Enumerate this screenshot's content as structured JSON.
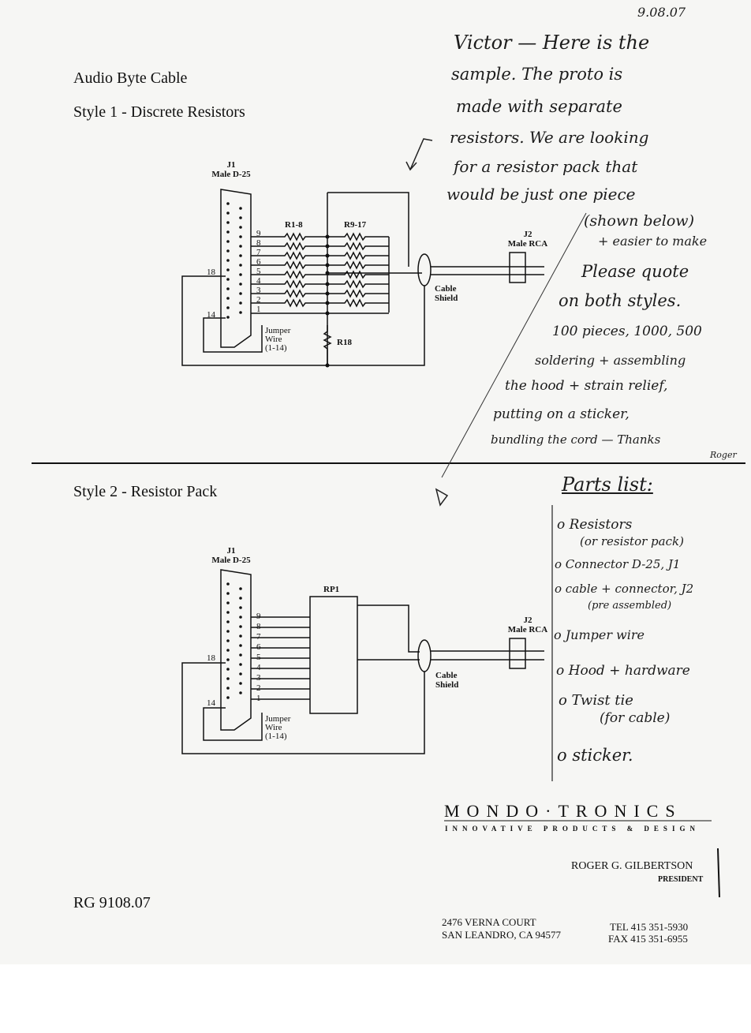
{
  "doc": {
    "title": "Audio Byte Cable",
    "style1": "Style 1 - Discrete Resistors",
    "style2": "Style 2 - Resistor Pack",
    "ref": "RG 9108.07"
  },
  "diagram": {
    "j1_label": "J1",
    "j1_type": "Male D-25",
    "j2_label": "J2",
    "j2_type": "Male RCA",
    "r18_8": "R1-8",
    "r9_17": "R9-17",
    "r18": "R18",
    "rp1": "RP1",
    "cable_shield_1": "Cable",
    "cable_shield_2": "Shield",
    "jumper_1": "Jumper",
    "jumper_2": "Wire",
    "jumper_3": "(1-14)",
    "pin_18": "18",
    "pin_14": "14",
    "pins": [
      "9",
      "8",
      "7",
      "6",
      "5",
      "4",
      "3",
      "2",
      "1"
    ]
  },
  "note": {
    "date": "9.08.07",
    "lines": [
      "Victor — Here is the",
      "sample. The proto is",
      "made with separate",
      "resistors. We are looking",
      "for a resistor pack that",
      "would be just one piece",
      "(shown below)",
      "+ easier to make",
      "Please quote",
      "on both styles.",
      "100 pieces, 1000, 500",
      "soldering + assembling",
      "the hood + strain relief,",
      "putting on a sticker,",
      "bundling the cord — Thanks",
      "Roger"
    ]
  },
  "parts": {
    "title": "Parts list:",
    "items": [
      "o Resistors",
      "(or resistor pack)",
      "o Connector D-25, J1",
      "o cable + connector, J2",
      "(pre assembled)",
      "o Jumper wire",
      "o Hood + hardware",
      "o Twist tie",
      "(for cable)",
      "o sticker."
    ]
  },
  "company": {
    "name": "MONDO·TRONICS",
    "tagline": "INNOVATIVE PRODUCTS & DESIGN",
    "person": "ROGER G. GILBERTSON",
    "role": "PRESIDENT",
    "address1": "2476 VERNA COURT",
    "address2": "SAN LEANDRO, CA 94577",
    "tel": "TEL 415 351-5930",
    "fax": "FAX 415 351-6955"
  }
}
